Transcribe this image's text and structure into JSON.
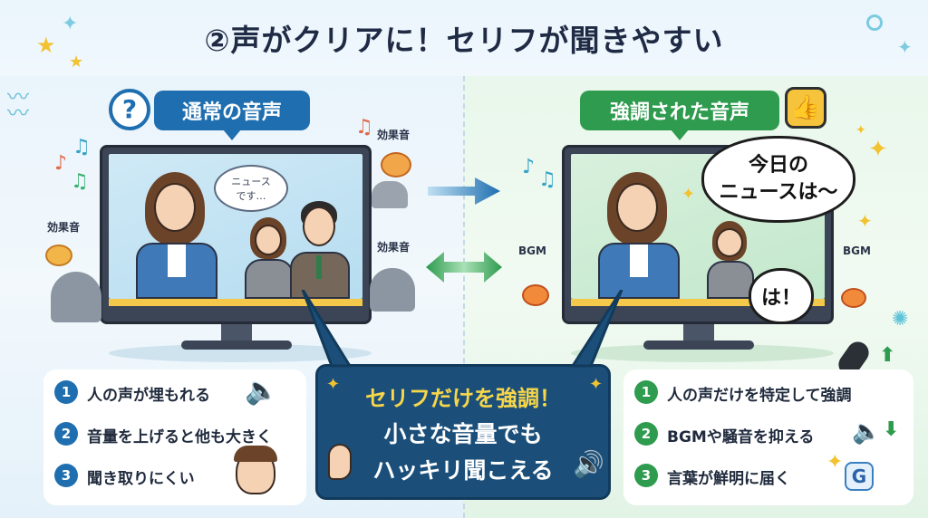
{
  "title": "②声がクリアに！セリフが聞きやすい",
  "left_panel": {
    "heading": "通常の音声",
    "heading_icon": "question-icon",
    "bubble": [
      "ニュース",
      "です…"
    ],
    "labels": {
      "sfx_top": "効果音",
      "sfx_left": "効果音",
      "sfx_mid": "効果音"
    },
    "items": [
      {
        "num": "1",
        "text": "人の声が埋もれる"
      },
      {
        "num": "2",
        "text": "音量を上げると他も大きく"
      },
      {
        "num": "3",
        "text": "聞き取りにくい"
      }
    ]
  },
  "right_panel": {
    "heading": "強調された音声",
    "heading_icon": "thumbs-up-icon",
    "bubble_big": [
      "今日の",
      "ニュースは〜"
    ],
    "bubble_small": "は！",
    "labels": {
      "bgm_left": "BGM",
      "bgm_right": "BGM"
    },
    "items": [
      {
        "num": "1",
        "text": "人の声だけを特定して強調"
      },
      {
        "num": "2",
        "text": "BGMや騒音を抑える"
      },
      {
        "num": "3",
        "text": "言葉が鮮明に届く"
      }
    ],
    "badge_letter": "G"
  },
  "callout": {
    "line1": "セリフだけを強調！",
    "line2": "小さな音量でも",
    "line3": "ハッキリ聞こえる"
  },
  "colors": {
    "left_accent": "#1f6fb0",
    "right_accent": "#2e9b4e",
    "callout_bg": "#1b4f7a",
    "callout_highlight": "#f7d64a"
  }
}
